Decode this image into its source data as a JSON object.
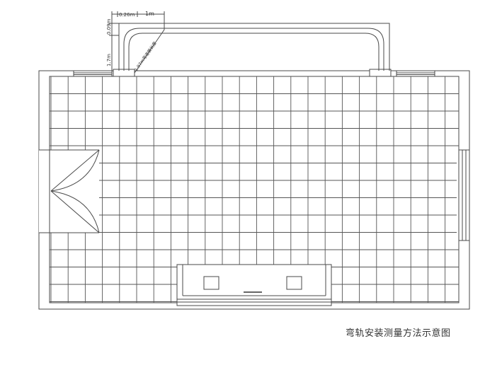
{
  "labels": {
    "dim_top_small": "0.26m",
    "dim_top_main": "1m",
    "dim_vert_small": "0.09m",
    "dim_vert_main": "1.7m",
    "dim_diagonal": "1.97m弯道偏长度"
  },
  "caption": "弯轨安装测量方法示意图"
}
